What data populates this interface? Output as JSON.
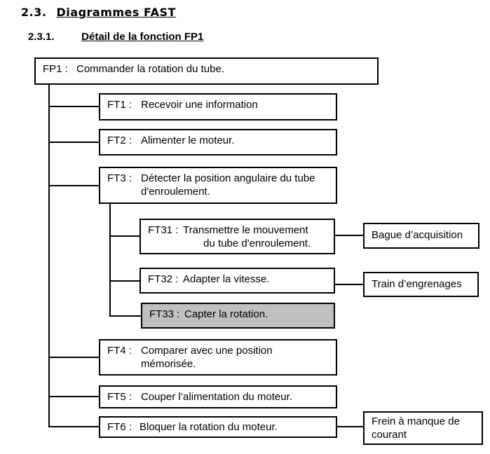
{
  "heading": {
    "number": "2.3.",
    "title": "Diagrammes FAST"
  },
  "subheading": {
    "number": "2.3.1.",
    "title": "Détail de la fonction FP1"
  },
  "fast": {
    "root": {
      "code": "FP1 :",
      "label": "Commander la rotation du tube."
    },
    "functions": [
      {
        "code": "FT1 :",
        "label": "Recevoir une information"
      },
      {
        "code": "FT2 :",
        "label": "Alimenter le moteur."
      },
      {
        "code": "FT3 :",
        "label": "Détecter la position angulaire du tube\nd'enroulement.",
        "children": [
          {
            "code": "FT31 :",
            "label": "Transmettre le mouvement\n       du tube d'enroulement.",
            "solution": "Bague d’acquisition"
          },
          {
            "code": "FT32 :",
            "label": "Adapter la vitesse.",
            "solution": "Train d’engrenages"
          },
          {
            "code": "FT33 :",
            "label": "Capter la rotation.",
            "highlighted": true
          }
        ]
      },
      {
        "code": "FT4 :",
        "label": "Comparer avec une position\nmémorisée."
      },
      {
        "code": "FT5 :",
        "label": "Couper l’alimentation du moteur."
      },
      {
        "code": "FT6 :",
        "label": "Bloquer la rotation du moteur.",
        "solution": "Frein à manque de\ncourant"
      }
    ],
    "highlight_color": "#c0c0c0"
  }
}
